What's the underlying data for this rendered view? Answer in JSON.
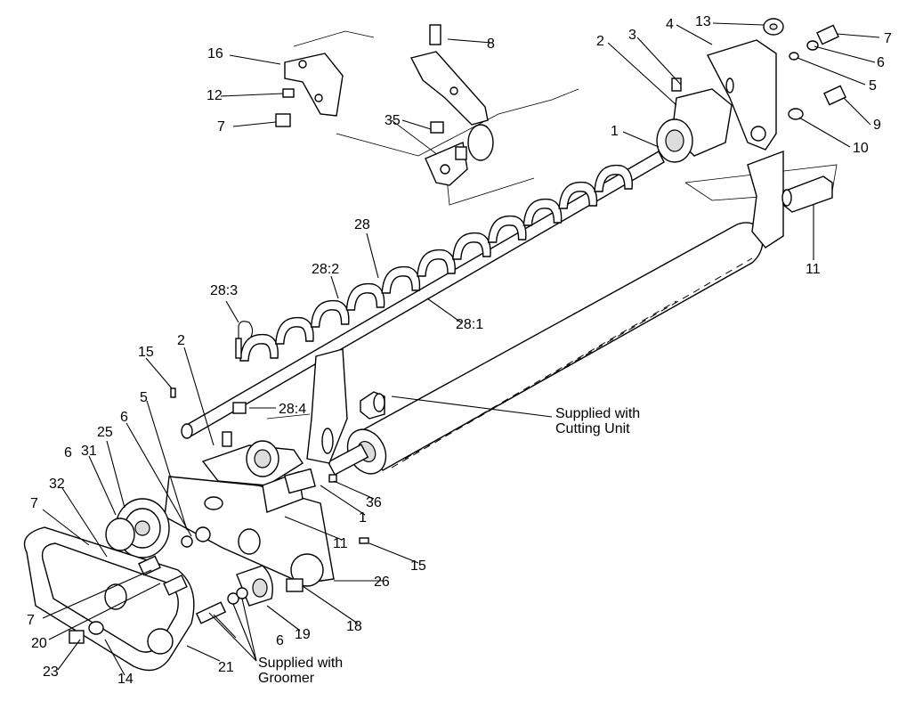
{
  "callouts": {
    "c1a": "1",
    "c1b": "1",
    "c2a": "2",
    "c2b": "2",
    "c3": "3",
    "c4": "4",
    "c5a": "5",
    "c5b": "5",
    "c6a": "6",
    "c6b": "6",
    "c6c": "6",
    "c6d": "6",
    "c7a": "7",
    "c7b": "7",
    "c7c": "7",
    "c7d": "7",
    "c8": "8",
    "c9": "9",
    "c10": "10",
    "c11a": "11",
    "c11b": "11",
    "c12": "12",
    "c13": "13",
    "c14": "14",
    "c15a": "15",
    "c15b": "15",
    "c16": "16",
    "c18": "18",
    "c19": "19",
    "c20": "20",
    "c21": "21",
    "c23": "23",
    "c25": "25",
    "c26": "26",
    "c28": "28",
    "c28_1": "28:1",
    "c28_2": "28:2",
    "c28_3": "28:3",
    "c28_4": "28:4",
    "c31": "31",
    "c32": "32",
    "c35": "35",
    "c36": "36"
  },
  "notes": {
    "cutting_unit": [
      "Supplied with",
      "Cutting Unit"
    ],
    "groomer": [
      "Supplied with",
      "Groomer"
    ]
  }
}
